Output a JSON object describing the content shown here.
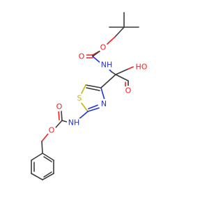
{
  "atoms": {
    "nh_top": {
      "text": "NH",
      "color": "#2233dd"
    },
    "o_carbonyl_top": {
      "text": "O",
      "color": "#ee2222"
    },
    "o_ester_top": {
      "text": "O",
      "color": "#ee2222"
    },
    "ho_acid": {
      "text": "HO",
      "color": "#ee2222"
    },
    "o_acid": {
      "text": "O",
      "color": "#ee2222"
    },
    "s_thiazole": {
      "text": "S",
      "color": "#c8b400"
    },
    "n_thiazole": {
      "text": "N",
      "color": "#2233dd"
    },
    "nh_bottom": {
      "text": "NH",
      "color": "#2233dd"
    },
    "o_carbonyl_bottom": {
      "text": "O",
      "color": "#ee2222"
    },
    "o_ester_bottom": {
      "text": "O",
      "color": "#ee2222"
    }
  }
}
